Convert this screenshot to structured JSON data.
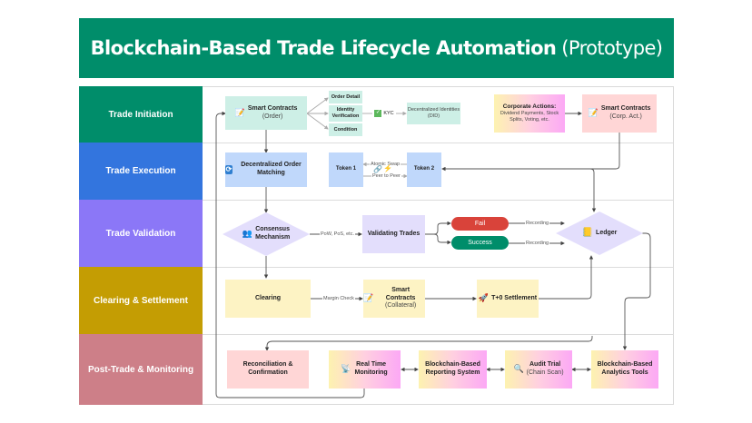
{
  "title": {
    "main": "Blockchain-Based Trade Lifecycle Automation",
    "suffix": "(Prototype)",
    "color": "#008d6a"
  },
  "lanes": [
    {
      "label": "Trade Initiation",
      "color": "#008d6a"
    },
    {
      "label": "Trade Execution",
      "color": "#3375de"
    },
    {
      "label": "Trade Validation",
      "color": "#8b77f7"
    },
    {
      "label": "Clearing & Settlement",
      "color": "#c49d03"
    },
    {
      "label": "Post-Trade & Monitoring",
      "color": "#cd7f88"
    }
  ],
  "initiation": {
    "smart_contract_order": {
      "title": "Smart Contracts",
      "sub": "(Order)",
      "icon": "memo-pencil-icon"
    },
    "order_detail": "Order Detail",
    "identity_verification": "Identity Verification",
    "condition": "Condition",
    "kyc": {
      "label": "KYC",
      "icon": "check-mark-icon"
    },
    "did": "Decentralized Identities (DID)",
    "corporate_actions": {
      "title": "Corporate Actions:",
      "sub": "Dividend Payments, Stock Splits, Voting, etc."
    },
    "smart_contract_corp": {
      "title": "Smart Contracts",
      "sub": "(Corp. Act.)",
      "icon": "memo-pencil-icon"
    }
  },
  "execution": {
    "order_matching": {
      "title": "Decentralized Order Matching",
      "icon": "sync-arrows-icon"
    },
    "token1": "Token 1",
    "token2": "Token 2",
    "atomic_swap": "Atomic Swap",
    "peer_to_peer": "Peer to Peer",
    "swap_icons": [
      "chain-link-icon",
      "lightning-icon"
    ]
  },
  "validation": {
    "consensus": {
      "title": "Consensus Mechanism",
      "icon": "people-icon"
    },
    "consensus_edge": "PoW, PoS, etc.",
    "validating": "Validating Trades",
    "fail": {
      "label": "Fail",
      "color": "#d9433a"
    },
    "success": {
      "label": "Success",
      "color": "#008d6a"
    },
    "recording_fail": "Recording",
    "recording_success": "Recording",
    "ledger": {
      "title": "Ledger",
      "icon": "notebook-icon"
    }
  },
  "clearing": {
    "clearing": "Clearing",
    "margin_check": "Margin Check",
    "smart_contract_collateral": {
      "title": "Smart Contracts",
      "sub": "(Collateral)",
      "icon": "memo-pencil-icon"
    },
    "settlement": {
      "title": "T+0 Settlement",
      "icon": "rocket-icon"
    }
  },
  "post_trade": {
    "reconciliation": "Reconciliation & Confirmation",
    "monitoring": {
      "title": "Real Time Monitoring",
      "icon": "satellite-dish-icon"
    },
    "reporting": "Blockchain-Based Reporting System",
    "audit": {
      "title": "Audit Trial",
      "sub": "(Chain Scan)",
      "icon": "magnifier-icon"
    },
    "analytics": "Blockchain-Based Analytics Tools"
  }
}
